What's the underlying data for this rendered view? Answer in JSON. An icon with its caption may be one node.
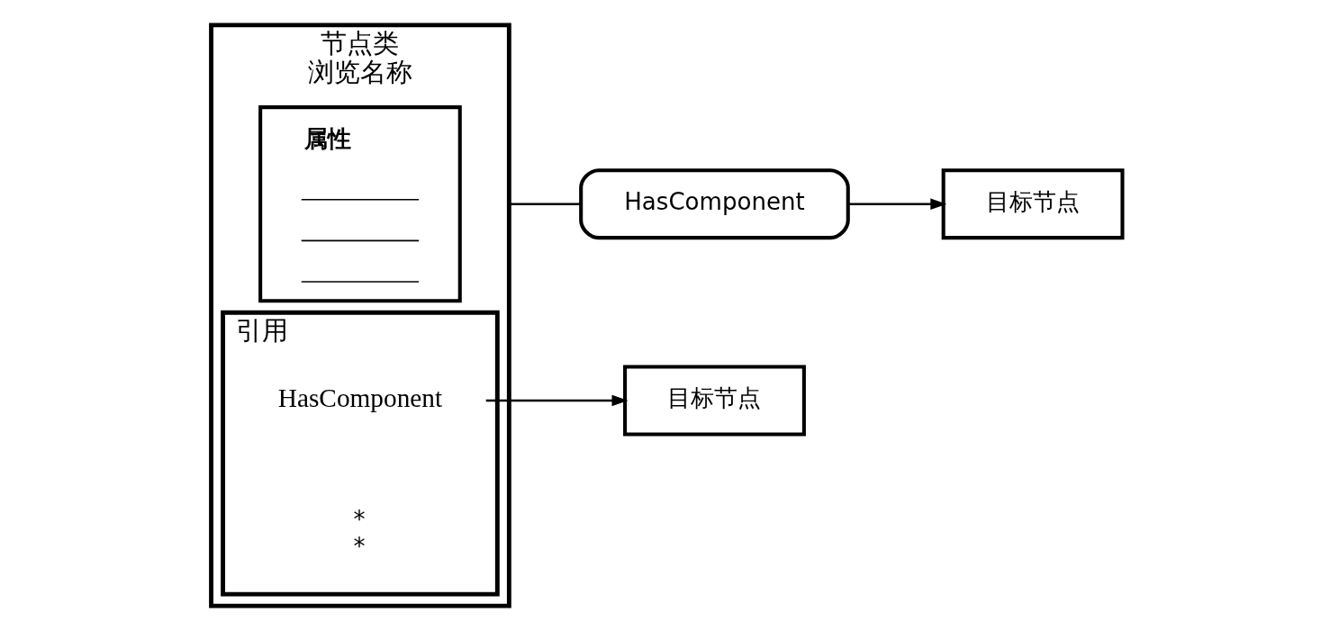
{
  "diagram": {
    "nodes": [
      {
        "text": [
          "节点类",
          "浏览名称"
        ]
      },
      {
        "text": [
          "属性"
        ],
        "in": 0
      },
      {
        "text": [
          "引用",
          "*",
          "*"
        ],
        "in": 0
      },
      {
        "text": [
          "HasComponent"
        ],
        "in": 2
      },
      {
        "text": [
          "HasComponent"
        ]
      },
      {
        "text": [
          "目标节点"
        ]
      },
      {
        "text": [
          "目标节点"
        ]
      }
    ],
    "edges": [
      {
        "from": 0,
        "to": 4,
        "arrow": "none"
      },
      {
        "from": 4,
        "to": 5,
        "arrow": "to"
      },
      {
        "from": 3,
        "to": 6,
        "arrow": "to"
      }
    ]
  }
}
